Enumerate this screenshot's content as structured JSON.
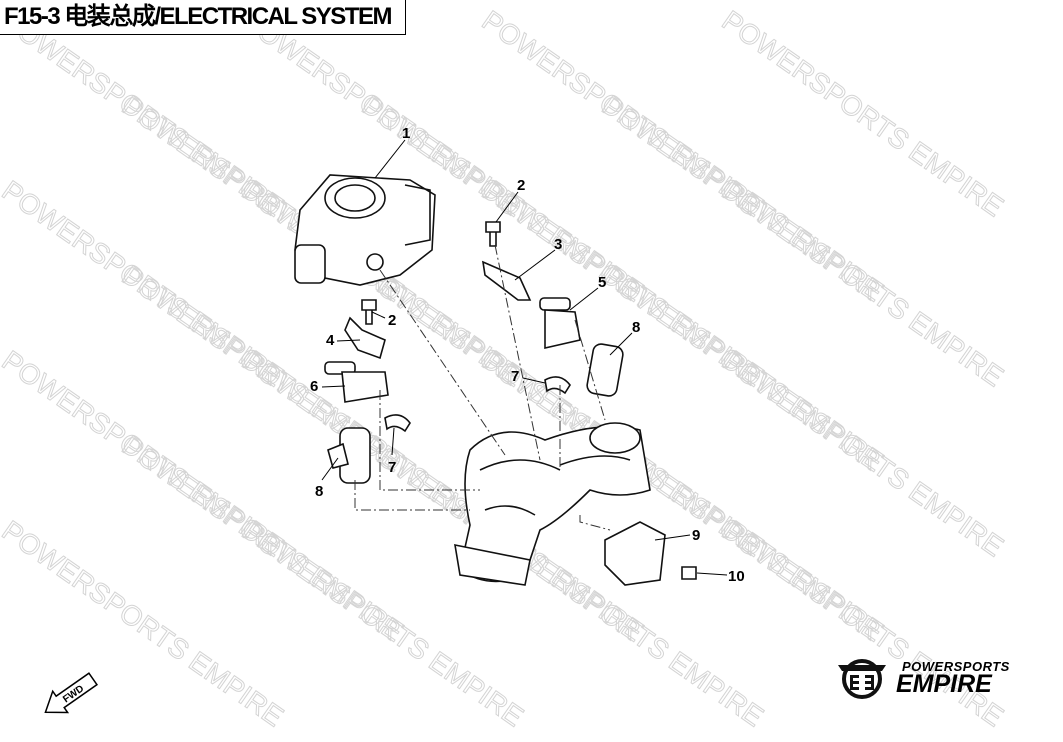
{
  "header": {
    "title": "F15-3 电装总成/ELECTRICAL SYSTEM"
  },
  "watermark": "POWERSPORTS EMPIRE",
  "logo": {
    "line1": "POWERSPORTS",
    "line2": "EMPIRE"
  },
  "fwd_label": "FWD",
  "callouts": [
    "1",
    "2",
    "3",
    "5",
    "8",
    "7",
    "2",
    "4",
    "6",
    "7",
    "8",
    "9",
    "10"
  ]
}
